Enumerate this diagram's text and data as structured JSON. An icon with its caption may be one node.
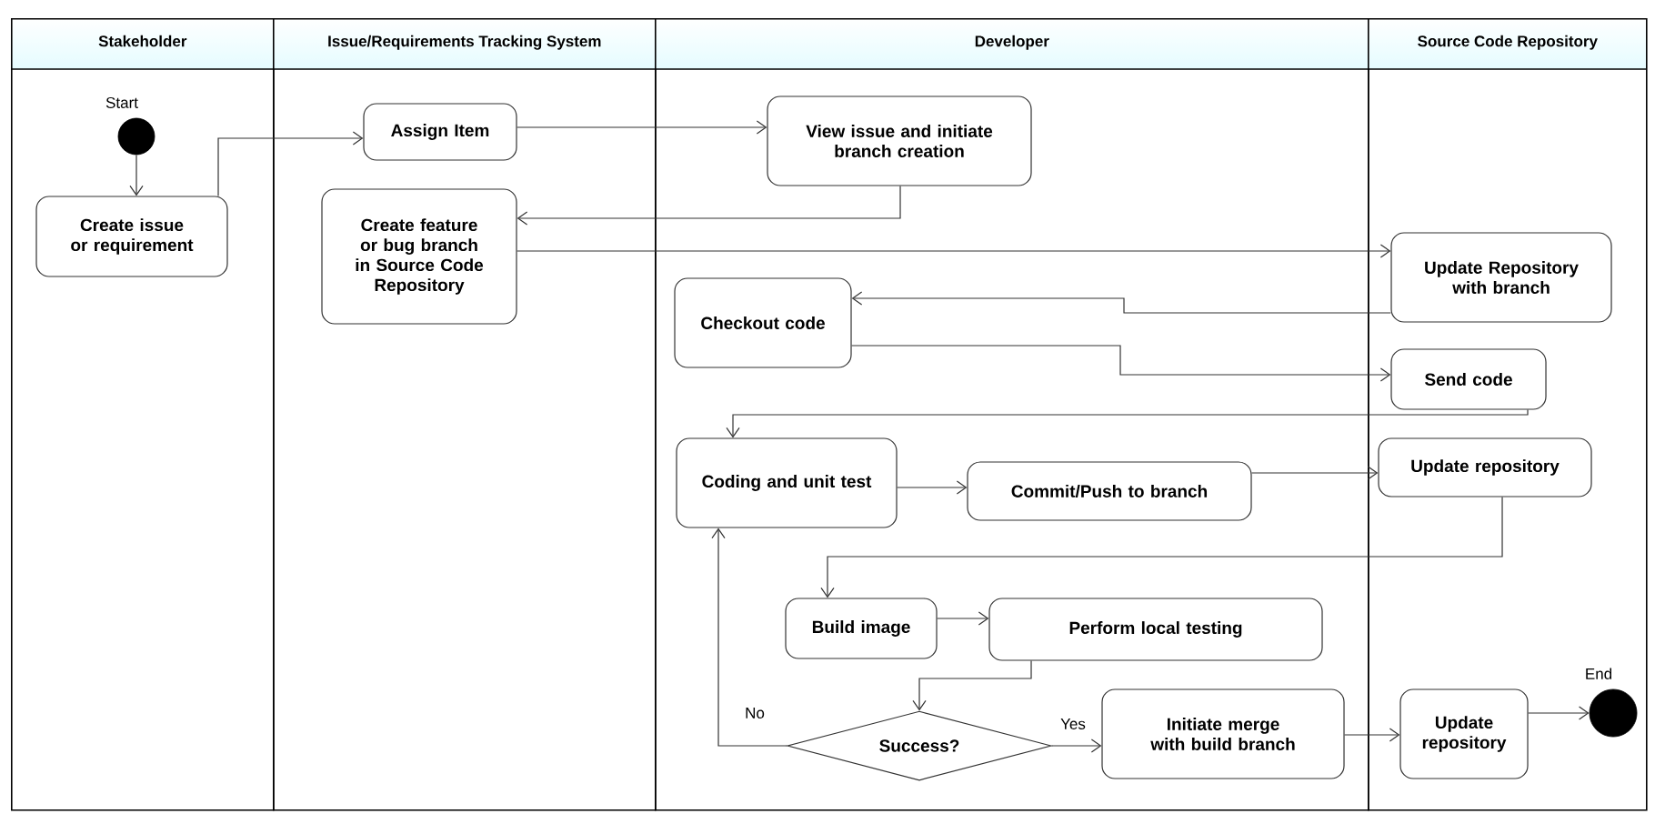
{
  "diagram": {
    "nodes": [
      {
        "text": [
          "Stakeholder"
        ]
      },
      {
        "text": [
          "Issue/Requirements Tracking System"
        ]
      },
      {
        "text": [
          "Developer"
        ]
      },
      {
        "text": [
          "Source Code Repository"
        ]
      },
      {
        "text": [],
        "shape": "circle",
        "beside": [
          "Start"
        ],
        "in": 0
      },
      {
        "text": [
          "Create issue or requirement"
        ],
        "in": 0
      },
      {
        "text": [
          "Assign Item"
        ],
        "in": 1
      },
      {
        "text": [
          "Create feature or bug branch in Source Code Repository"
        ],
        "in": 1
      },
      {
        "text": [
          "View issue and initiate branch creation"
        ],
        "in": 2
      },
      {
        "text": [
          "Checkout code"
        ],
        "in": 2
      },
      {
        "text": [
          "Coding and unit test"
        ],
        "in": 2
      },
      {
        "text": [
          "Commit/Push to branch"
        ],
        "in": 2
      },
      {
        "text": [
          "Build image"
        ],
        "in": 2
      },
      {
        "text": [
          "Perform local testing"
        ],
        "in": 2
      },
      {
        "text": [
          "Success?"
        ],
        "in": 2
      },
      {
        "text": [
          "Initiate merge with build branch"
        ],
        "in": 2
      },
      {
        "text": [
          "Update Repository with branch"
        ],
        "in": 3
      },
      {
        "text": [
          "Send code"
        ],
        "in": 3
      },
      {
        "text": [
          "Update repository"
        ],
        "in": 3
      },
      {
        "text": [
          "Update repository"
        ],
        "in": 3
      },
      {
        "text": [],
        "shape": "circle",
        "beside": [
          "End"
        ],
        "in": 3
      }
    ],
    "edges": [
      {
        "from": 4,
        "to": 5,
        "arrow": "to"
      },
      {
        "from": 5,
        "to": 6,
        "arrow": "to"
      },
      {
        "from": 6,
        "to": 8,
        "arrow": "to"
      },
      {
        "from": 8,
        "to": 7,
        "arrow": "to"
      },
      {
        "from": 7,
        "to": 16,
        "arrow": "to"
      },
      {
        "from": 16,
        "to": 9,
        "arrow": "to"
      },
      {
        "from": 9,
        "to": 17,
        "arrow": "to"
      },
      {
        "from": 17,
        "to": 10,
        "arrow": "to"
      },
      {
        "from": 10,
        "to": 11,
        "arrow": "to"
      },
      {
        "from": 11,
        "to": 18,
        "arrow": "to"
      },
      {
        "from": 18,
        "to": 12,
        "arrow": "to"
      },
      {
        "from": 12,
        "to": 13,
        "arrow": "to"
      },
      {
        "from": 13,
        "to": 14,
        "arrow": "to"
      },
      {
        "from": 14,
        "to": 10,
        "arrow": "to",
        "label": "No"
      },
      {
        "from": 14,
        "to": 15,
        "arrow": "to",
        "label": "Yes"
      },
      {
        "from": 15,
        "to": 19,
        "arrow": "to"
      },
      {
        "from": 19,
        "to": 20,
        "arrow": "to"
      }
    ]
  }
}
